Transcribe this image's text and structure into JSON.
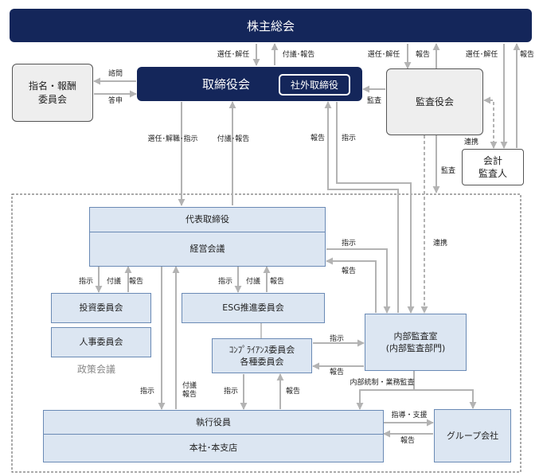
{
  "boxes": {
    "shareholders": "株主総会",
    "board": "取締役会",
    "outside_directors": "社外取締役",
    "nomination_committee": "指名・報酬\n委員会",
    "audit_board": "監査役会",
    "accounting_auditor": "会計\n監査人",
    "president": "代表取締役",
    "management_meeting": "経営会議",
    "investment_committee": "投資委員会",
    "hr_committee": "人事委員会",
    "esg_committee": "ESG推進委員会",
    "compliance_committee": "ｺﾝﾌﾟﾗｲｱﾝｽ委員会\n各種委員会",
    "internal_audit": "内部監査室\n(内部監査部門)",
    "executive_officers": "執行役員",
    "head_office": "本社･本支店",
    "group_companies": "グループ会社"
  },
  "policy_meeting_caption": "政策会議",
  "labels": {
    "elect_dismiss_1": "選任･解任",
    "submit_report_1": "付議･報告",
    "elect_dismiss_2": "選任･解任",
    "report_1": "報告",
    "elect_dismiss_3": "選任･解任",
    "report_2": "報告",
    "consult": "諮問",
    "answer": "答申",
    "audit_1": "監査",
    "report_3": "報告",
    "instruct_1": "指示",
    "coordinate_1": "連携",
    "audit_2": "監査",
    "appoint_instruct": "選任･解職･指示",
    "submit_report_2": "付議･報告",
    "coordinate_2": "連携",
    "instruct_2": "指示",
    "report_4": "報告",
    "instruct_3": "指示",
    "submit_1": "付議",
    "report_5": "報告",
    "instruct_4": "指示",
    "submit_2": "付議",
    "report_6": "報告",
    "instruct_5": "指示",
    "report_7": "報告",
    "internal_control": "内部統制・業務監査",
    "instruct_6": "指示",
    "submit_report_3": "付議\n報告",
    "instruct_7": "指示",
    "report_8": "報告",
    "guidance": "指導・支援",
    "report_9": "報告"
  },
  "colors": {
    "navy": "#14265a",
    "grey_box": "#eeeeee",
    "blue_box": "#dce6f2",
    "blue_border": "#6a8ab5",
    "arrow": "#b3b3b3"
  }
}
